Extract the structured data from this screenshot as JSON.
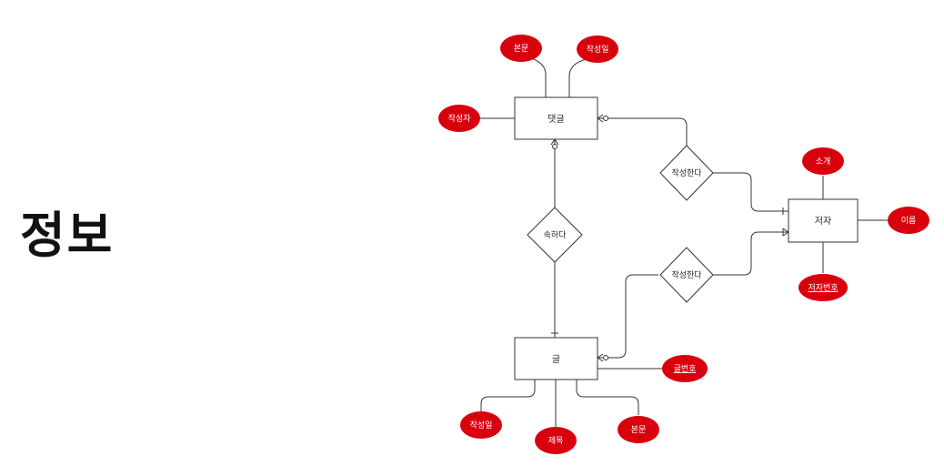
{
  "slide": {
    "title": "정보"
  },
  "diagram": {
    "entities": {
      "comment": "댓글",
      "author": "저자",
      "post": "글"
    },
    "relationships": {
      "comment_writes": "작성한다",
      "belongs_to": "속하다",
      "post_writes": "작성한다"
    },
    "attributes": {
      "comment_body": "본문",
      "comment_date": "작성일",
      "comment_writer": "작성자",
      "author_intro": "소개",
      "author_name": "이름",
      "author_id": "저자번호",
      "post_id": "글번호",
      "post_date": "작성일",
      "post_title": "제목",
      "post_body": "본문"
    },
    "key_attributes": [
      "저자번호",
      "글번호"
    ],
    "colors": {
      "attribute_fill": "#d9000d",
      "attribute_text": "#ffffff",
      "line": "#333333"
    }
  }
}
